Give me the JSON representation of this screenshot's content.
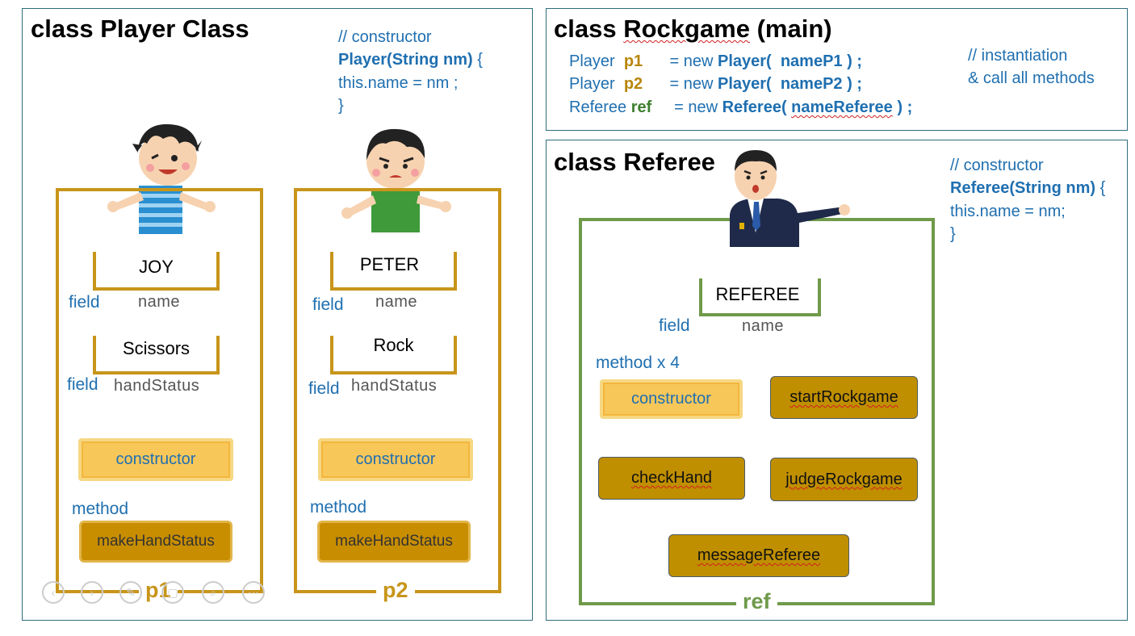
{
  "player_panel": {
    "title": "class Player Class",
    "constructor_comment": "// constructor",
    "constructor_sig": "Player(String nm)",
    "constructor_brace": " {",
    "constructor_body": "this.name  = nm ;",
    "constructor_close": "}",
    "p1": {
      "label": "p1",
      "name_value": "JOY",
      "hand_value": "Scissors",
      "field_label": "field",
      "name_field": "name",
      "hand_field": "handStatus",
      "constructor": "constructor",
      "method_label": "method",
      "method": "makeHandStatus"
    },
    "p2": {
      "label": "p2",
      "name_value": "PETER",
      "hand_value": "Rock",
      "field_label": "field",
      "name_field": "name",
      "hand_field": "handStatus",
      "constructor": "constructor",
      "method_label": "method",
      "method": "makeHandStatus"
    }
  },
  "rockgame_panel": {
    "title_class": "class ",
    "title_name": "Rockgame",
    "title_suffix": " (main)",
    "line1": {
      "type": "Player ",
      "var": "p1",
      "assign": "      = new ",
      "ctor": "Player(",
      "arg": "  nameP1 ) ;"
    },
    "line2": {
      "type": "Player ",
      "var": "p2",
      "assign": "      = new ",
      "ctor": "Player(",
      "arg": "  nameP2 ) ;"
    },
    "line3": {
      "type": "Referee ",
      "var": "ref",
      "assign": "     = new ",
      "ctor": "Referee(",
      "arg": "nameReferee",
      "close": " ) ;"
    },
    "comment1": "// instantiation",
    "comment2": "& call all methods"
  },
  "referee_panel": {
    "title": "class Referee",
    "constructor_comment": "// constructor",
    "constructor_sig": "Referee(String nm)",
    "constructor_brace": " {",
    "constructor_body": "this.name = nm;",
    "constructor_close": "}",
    "name_value": "REFEREE",
    "field_label": "field",
    "name_field": "name",
    "method_count": "method x 4",
    "constructor": "constructor",
    "methods": [
      "startRockgame",
      "checkHand",
      "judgeRockgame",
      "messageReferee"
    ],
    "label": "ref"
  },
  "colors": {
    "blue_text": "#1f6fb0",
    "gold_frame": "#c8951a",
    "green_frame": "#6f9a4a",
    "method_fill": "#c88e00",
    "constructor_fill": "#f8c75a"
  }
}
